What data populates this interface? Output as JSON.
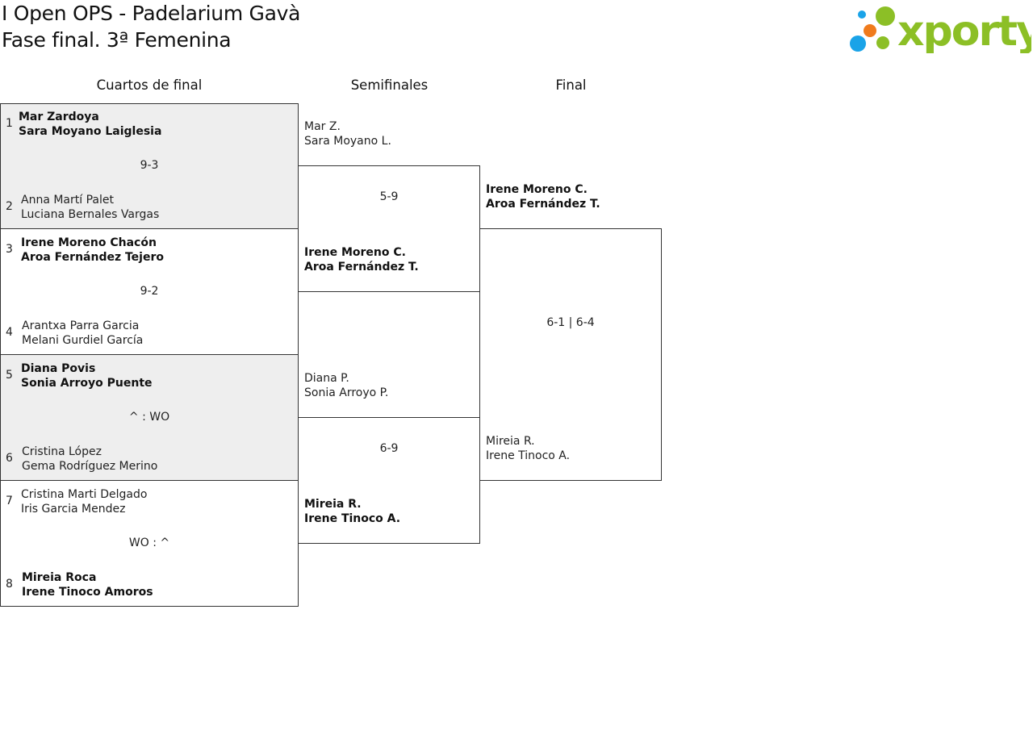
{
  "header": {
    "title_line1": "I Open OPS - Padelarium Gavà",
    "title_line2": "Fase final. 3ª Femenina",
    "logo_text": "xporty",
    "logo_colors": {
      "green": "#8cbf26",
      "orange": "#f07b1c",
      "blue": "#1aa3e8"
    }
  },
  "rounds": {
    "quarterfinals": "Cuartos de final",
    "semifinals": "Semifinales",
    "final": "Final"
  },
  "quarterfinals": [
    {
      "seed_a": "1",
      "team_a": [
        "Mar Zardoya",
        "Sara Moyano Laiglesia"
      ],
      "score": "9-3",
      "seed_b": "2",
      "team_b": [
        "Anna Martí Palet",
        "Luciana Bernales Vargas"
      ]
    },
    {
      "seed_a": "3",
      "team_a": [
        "Irene Moreno Chacón",
        "Aroa Fernández Tejero"
      ],
      "score": "9-2",
      "seed_b": "4",
      "team_b": [
        "Arantxa Parra Garcia",
        "Melani Gurdiel García"
      ]
    },
    {
      "seed_a": "5",
      "team_a": [
        "Diana Povis",
        "Sonia Arroyo Puente"
      ],
      "score": "^ : WO",
      "seed_b": "6",
      "team_b": [
        "Cristina López",
        "Gema Rodríguez Merino"
      ]
    },
    {
      "seed_a": "7",
      "team_a": [
        "Cristina Marti Delgado",
        "Iris Garcia Mendez"
      ],
      "score": "WO : ^",
      "seed_b": "8",
      "team_b": [
        "Mireia Roca",
        "Irene Tinoco Amoros"
      ]
    }
  ],
  "semifinals": [
    {
      "team_a": [
        "Mar Z.",
        "Sara Moyano L."
      ],
      "score": "5-9",
      "team_b": [
        "Irene Moreno C.",
        "Aroa Fernández T."
      ]
    },
    {
      "team_a": [
        "Diana P.",
        "Sonia Arroyo P."
      ],
      "score": "6-9",
      "team_b": [
        "Mireia R.",
        "Irene Tinoco A."
      ]
    }
  ],
  "final": {
    "team_a": [
      "Irene Moreno C.",
      "Aroa Fernández T."
    ],
    "score": "6-1 | 6-4",
    "team_b": [
      "Mireia R.",
      "Irene Tinoco A."
    ]
  }
}
